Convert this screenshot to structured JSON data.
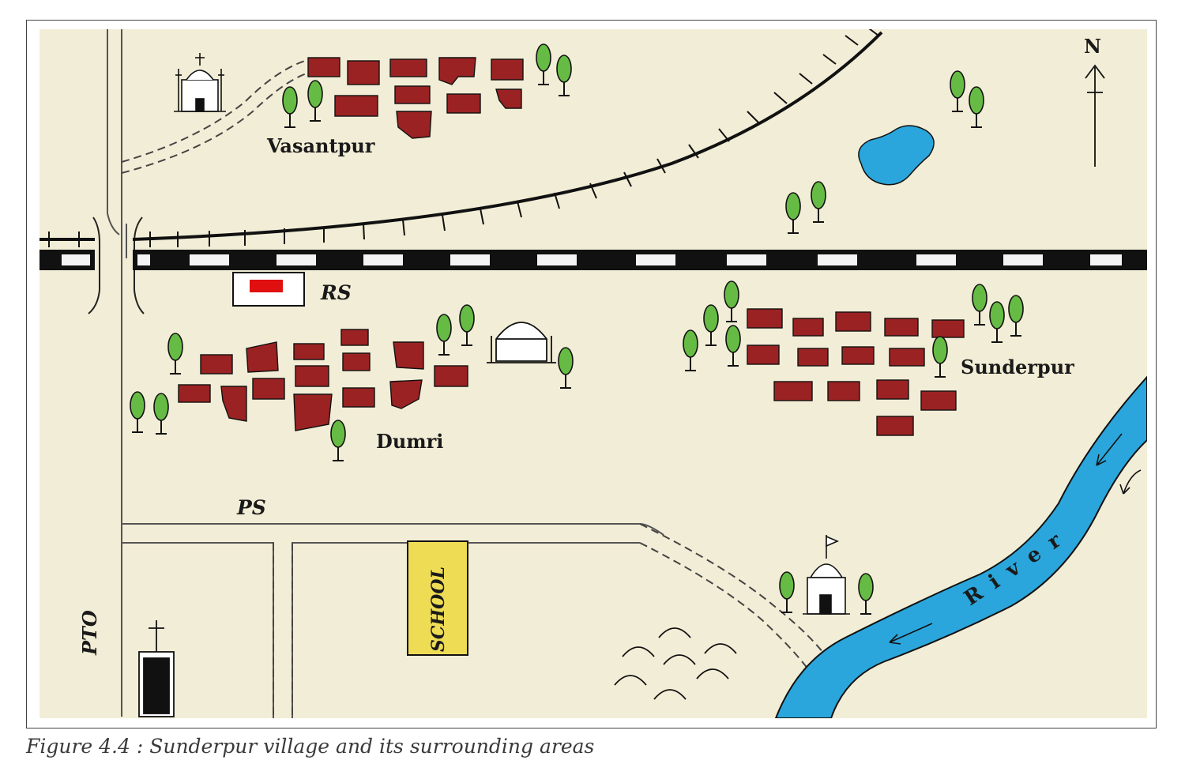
{
  "caption": "Figure 4.4 : Sunderpur village and its surrounding areas",
  "labels": {
    "north": "N",
    "vasantpur": "Vasantpur",
    "rs": "RS",
    "dumri": "Dumri",
    "sunderpur": "Sunderpur",
    "ps": "PS",
    "pto": "PTO",
    "school": "SCHOOL",
    "river": "River"
  },
  "colors": {
    "land": "#f2edd6",
    "house": "#9b2222",
    "tree": "#66bb44",
    "water": "#2aa6dc",
    "school": "#efdc55",
    "station_marker": "#e01010"
  },
  "icons": [
    "church-icon",
    "temple-icon",
    "mosque-icon",
    "grave-icon",
    "tree-icon",
    "house-icon",
    "north-arrow-icon"
  ]
}
